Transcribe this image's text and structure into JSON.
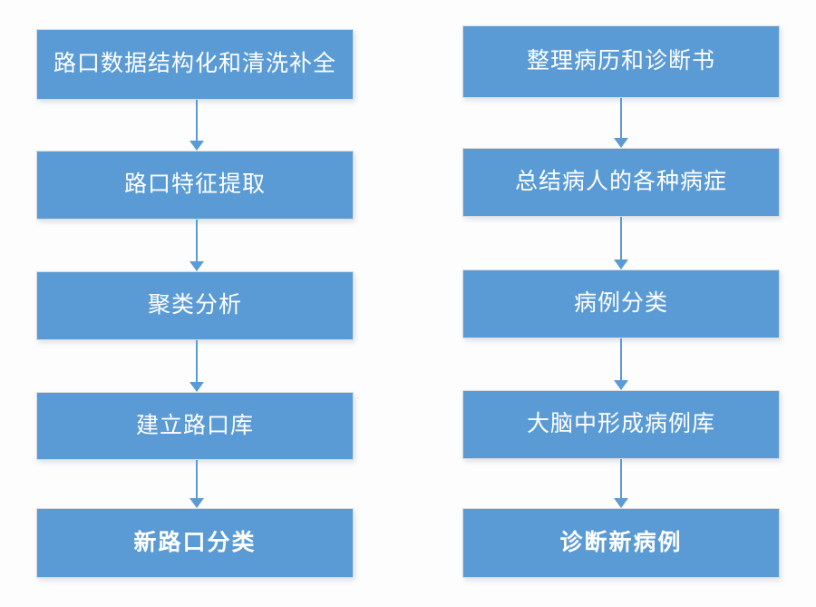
{
  "diagram": {
    "type": "flowchart",
    "title": "",
    "background_color": "#fdfdfd",
    "node_fill_color": "#5B9BD5",
    "node_text_color": "#ffffff",
    "node_border_color": "#d9dde1",
    "connector_color": "#5B9BD5",
    "columns": [
      {
        "name": "road-intersection-pipeline",
        "nodes": [
          {
            "id": "l1",
            "label": "路口数据结构化和清洗补全"
          },
          {
            "id": "l2",
            "label": "路口特征提取"
          },
          {
            "id": "l3",
            "label": "聚类分析"
          },
          {
            "id": "l4",
            "label": "建立路口库"
          },
          {
            "id": "l5",
            "label": "新路口分类"
          }
        ],
        "connectors": [
          {
            "from": "l1",
            "to": "l2",
            "direction": "down"
          },
          {
            "from": "l2",
            "to": "l3",
            "direction": "down"
          },
          {
            "from": "l3",
            "to": "l4",
            "direction": "down"
          },
          {
            "from": "l4",
            "to": "l5",
            "direction": "down"
          }
        ]
      },
      {
        "name": "medical-diagnosis-analogy",
        "nodes": [
          {
            "id": "r1",
            "label": "整理病历和诊断书"
          },
          {
            "id": "r2",
            "label": "总结病人的各种病症"
          },
          {
            "id": "r3",
            "label": "病例分类"
          },
          {
            "id": "r4",
            "label": "大脑中形成病例库"
          },
          {
            "id": "r5",
            "label": "诊断新病例"
          }
        ],
        "connectors": [
          {
            "from": "r1",
            "to": "r2",
            "direction": "down"
          },
          {
            "from": "r2",
            "to": "r3",
            "direction": "down"
          },
          {
            "from": "r3",
            "to": "r4",
            "direction": "down"
          },
          {
            "from": "r4",
            "to": "r5",
            "direction": "down"
          }
        ]
      }
    ]
  }
}
